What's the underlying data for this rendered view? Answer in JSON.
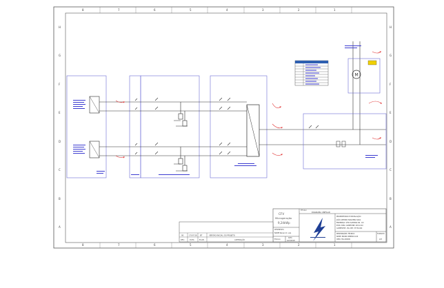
{
  "grid": {
    "columns_top": [
      "8",
      "7",
      "6",
      "5",
      "4",
      "3",
      "2",
      "1"
    ],
    "columns_bottom": [
      "8",
      "7",
      "6",
      "5",
      "4",
      "3",
      "2",
      "1"
    ],
    "rows_left": [
      "H",
      "G",
      "F",
      "E",
      "D",
      "C",
      "B",
      "A"
    ],
    "rows_right": [
      "H",
      "G",
      "F",
      "E",
      "D",
      "C",
      "B",
      "A"
    ]
  },
  "colors": {
    "frame": "#555555",
    "wire": "#2b2b2b",
    "box": "#6b6bd6",
    "label": "#3a3ad0",
    "red": "#e03030",
    "legend_header": "#2e5fb0",
    "yellow": "#f0d000",
    "logo": "#1f3f95"
  },
  "icons": {
    "motor": "motor-symbol",
    "logo": "lightning-logo"
  },
  "title_block": {
    "project": "CFV",
    "project_sub": "Microgeração",
    "power": "9,24kWp",
    "designer_label": "DESENHISTA",
    "designer_name": "NOME Renan O. Luis",
    "scale_label": "ESCALA",
    "date_label": "DATA",
    "date_value": "AGT/2018",
    "sheet_title_label": "TÍTULO",
    "sheet_title": "DIAGRAMA UNIFILAR",
    "owner_label": "PROPRIETÁRIO E INSTALAÇÃO",
    "owner_lines": [
      "JOÃO ANTONIO NOGUEIRA SILVA",
      "ENDEREÇO: SÍTIO SANTANA SN - RU",
      "ESTR. MUN. CAMPESTRE, KM 10 RU",
      "CAMPESTRE - MG CEP: 37730-000"
    ],
    "resp_label": "RESPONSÁVEL TÉCNICO",
    "resp_name": "NOME: BRUNO RIBEIRO LUIZ",
    "resp_crea": "CREA:   MG-000000",
    "format_label": "FORMATO",
    "format_value": "A3"
  },
  "revisions": {
    "row": [
      "00",
      "17/07/18",
      "BT",
      "VERSÃO INICIAL DO PROJETO"
    ],
    "headers": [
      "REV.",
      "DATA",
      "ELAB.",
      "ALTERAÇÃO"
    ]
  }
}
